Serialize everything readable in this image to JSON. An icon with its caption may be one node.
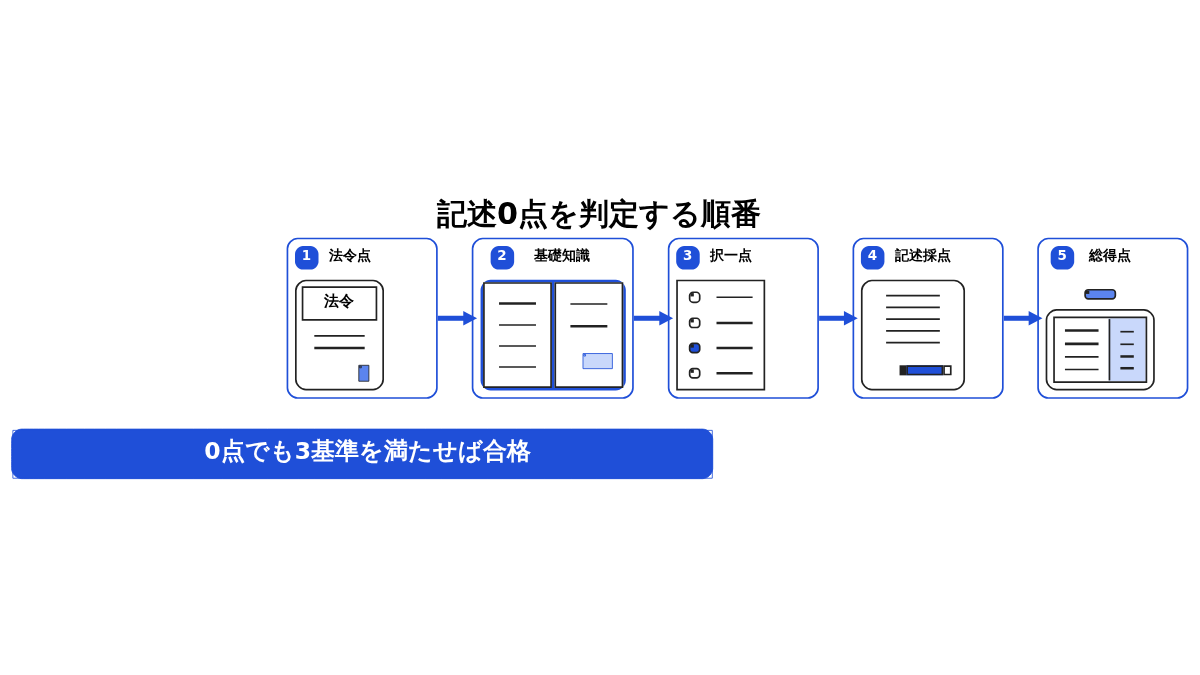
{
  "diagram": {
    "title": "記述0点を判定する順番",
    "nodes": [
      {
        "text": [
          "1",
          "法令点",
          "法令"
        ]
      },
      {
        "text": [
          "2",
          "基礎知識"
        ]
      },
      {
        "text": [
          "3",
          "択一点"
        ]
      },
      {
        "text": [
          "4",
          "記述採点"
        ]
      },
      {
        "text": [
          "5",
          "総得点"
        ]
      },
      {
        "text": [
          "0点でも3基準を満たせば合格"
        ]
      }
    ],
    "edges": [
      {
        "from": 0,
        "to": 1,
        "arrow": "to"
      },
      {
        "from": 1,
        "to": 2,
        "arrow": "to"
      },
      {
        "from": 2,
        "to": 3,
        "arrow": "to"
      },
      {
        "from": 3,
        "to": 4,
        "arrow": "to"
      }
    ]
  }
}
